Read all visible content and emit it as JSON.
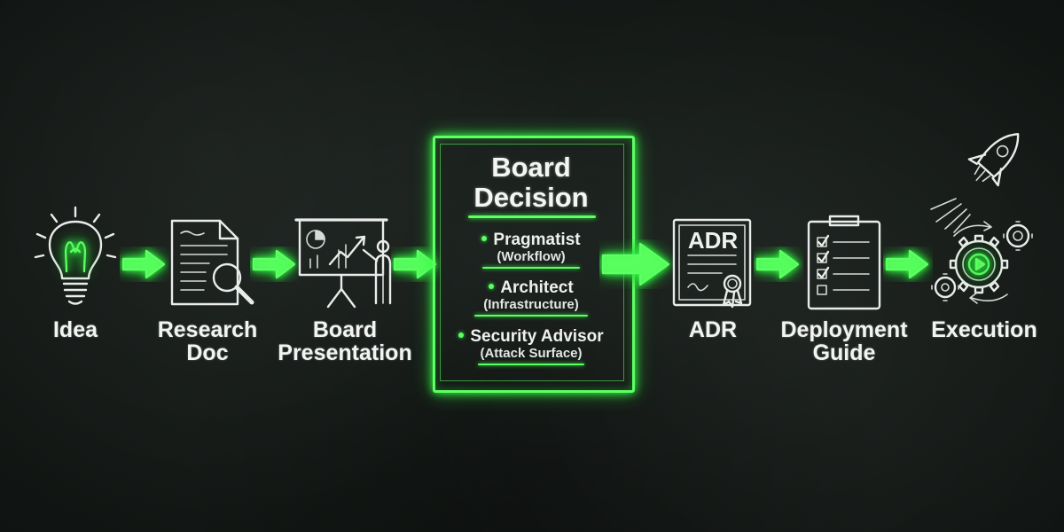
{
  "diagram": {
    "steps": [
      {
        "id": "idea",
        "label": "Idea",
        "icon": "lightbulb-icon"
      },
      {
        "id": "research",
        "label": "Research\nDoc",
        "icon": "document-magnifier-icon"
      },
      {
        "id": "presentation",
        "label": "Board\nPresentation",
        "icon": "presentation-easel-icon"
      },
      {
        "id": "adr",
        "label": "ADR",
        "icon": "certificate-icon",
        "icon_text": "ADR"
      },
      {
        "id": "guide",
        "label": "Deployment\nGuide",
        "icon": "clipboard-checklist-icon"
      },
      {
        "id": "execution",
        "label": "Execution",
        "icon": "rocket-gears-icon"
      }
    ],
    "decision": {
      "title": "Board\nDecision",
      "advisors": [
        {
          "name": "Pragmatist",
          "focus": "(Workflow)"
        },
        {
          "name": "Architect",
          "focus": "(Infrastructure)"
        },
        {
          "name": "Security Advisor",
          "focus": "(Attack Surface)"
        }
      ]
    },
    "colors": {
      "background": "#161b18",
      "chalk": "#e9ecea",
      "accent_green": "#5dff63"
    }
  }
}
